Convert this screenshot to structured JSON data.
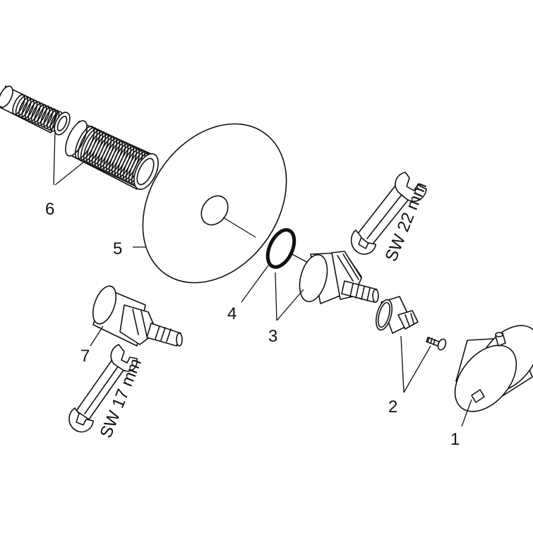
{
  "callouts": {
    "c1": "1",
    "c2": "2",
    "c3": "3",
    "c4": "4",
    "c5": "5",
    "c6": "6",
    "c7": "7"
  },
  "wrench_labels": {
    "large": "SW 22 mm",
    "small": "SW 17 mm"
  }
}
